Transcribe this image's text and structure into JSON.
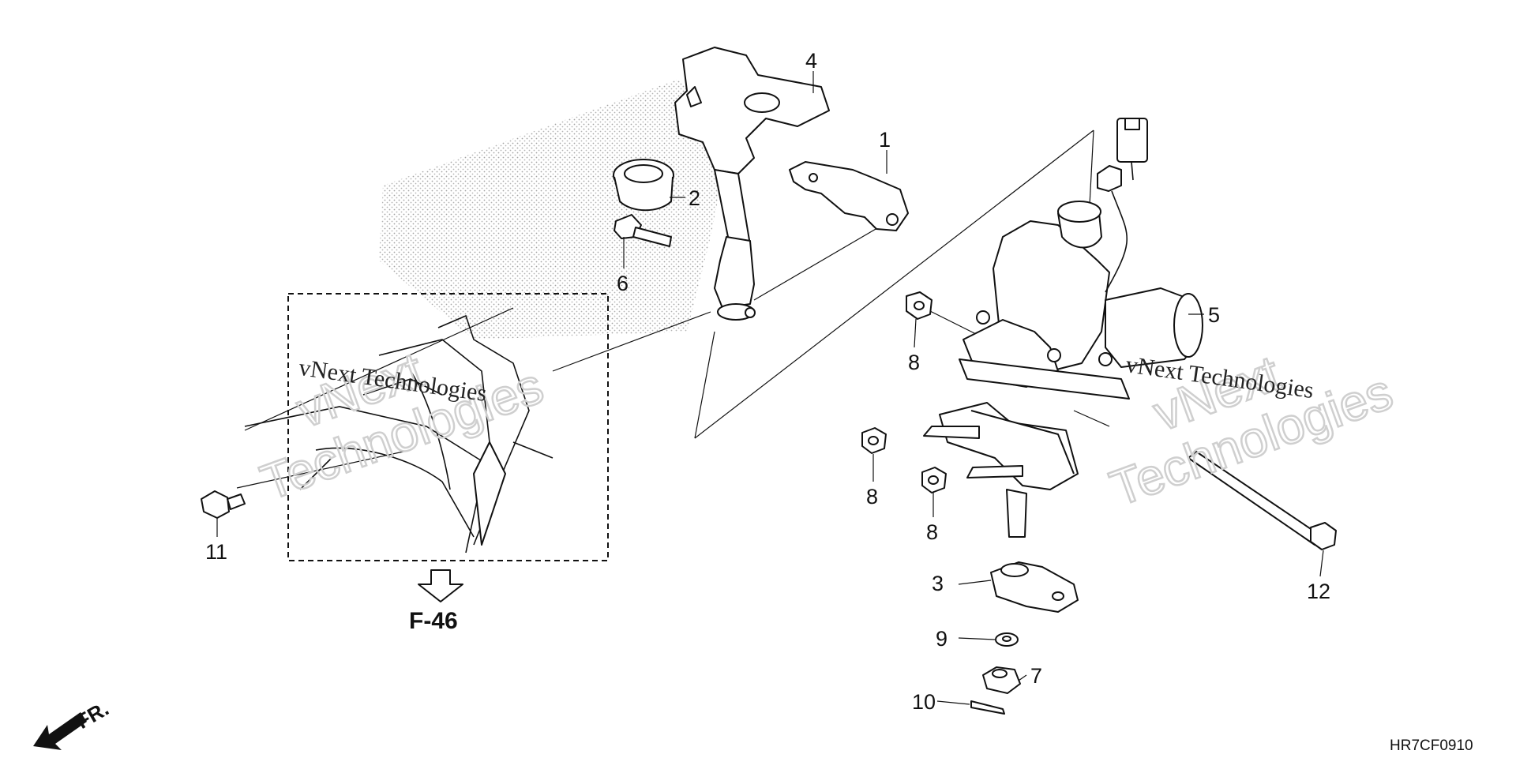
{
  "diagram": {
    "callouts": [
      {
        "id": "1",
        "label": "1"
      },
      {
        "id": "2",
        "label": "2"
      },
      {
        "id": "3",
        "label": "3"
      },
      {
        "id": "4",
        "label": "4"
      },
      {
        "id": "5",
        "label": "5"
      },
      {
        "id": "6",
        "label": "6"
      },
      {
        "id": "7",
        "label": "7"
      },
      {
        "id": "8a",
        "label": "8"
      },
      {
        "id": "8b",
        "label": "8"
      },
      {
        "id": "8c",
        "label": "8"
      },
      {
        "id": "9",
        "label": "9"
      },
      {
        "id": "10",
        "label": "10"
      },
      {
        "id": "11",
        "label": "11"
      },
      {
        "id": "12",
        "label": "12"
      }
    ],
    "reference_label": "F-46",
    "front_label": "FR.",
    "diagram_code": "HR7CF0910",
    "watermarks": [
      "vNext",
      "Technologies",
      "vNext Technologies"
    ]
  }
}
